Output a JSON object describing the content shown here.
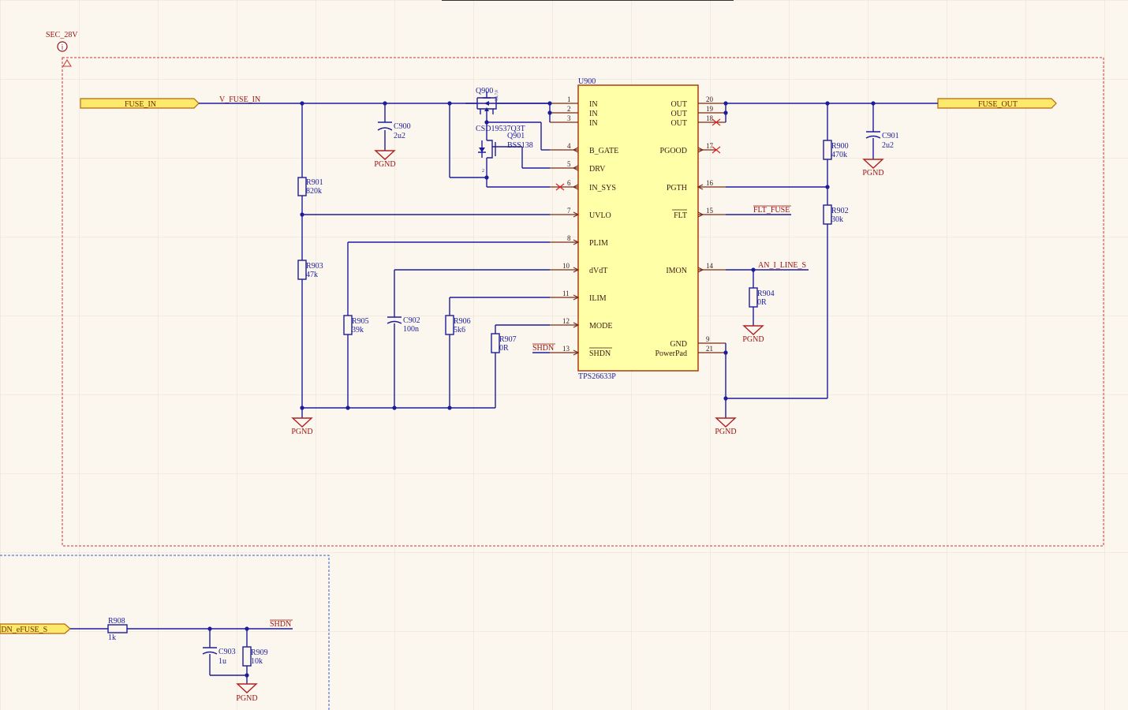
{
  "sheet": {
    "room_label": "SEC_28V",
    "bg": "#fbf7ee",
    "wire_color": "#1d1d9a",
    "net_label_color": "#9a1010"
  },
  "ports": {
    "fuse_in": "FUSE_IN",
    "fuse_out": "FUSE_OUT",
    "shdn_in": "IDN_eFUSE_S"
  },
  "net_labels": {
    "v_fuse_in": "V_FUSE_IN",
    "flt_fuse": "FLT_FUSE",
    "an_i_line": "AN_I_LINE_S",
    "shdn_a": "SHDN",
    "shdn_b": "SHDN"
  },
  "power": {
    "pgnd": "PGND"
  },
  "ic": {
    "designator": "U900",
    "part": "TPS26633P",
    "left_pins": [
      {
        "num": "1",
        "name": "IN"
      },
      {
        "num": "2",
        "name": "IN"
      },
      {
        "num": "3",
        "name": "IN"
      },
      {
        "num": "4",
        "name": "B_GATE"
      },
      {
        "num": "5",
        "name": "DRV"
      },
      {
        "num": "6",
        "name": "IN_SYS"
      },
      {
        "num": "7",
        "name": "UVLO"
      },
      {
        "num": "8",
        "name": "PLIM"
      },
      {
        "num": "10",
        "name": "dVdT"
      },
      {
        "num": "11",
        "name": "ILIM"
      },
      {
        "num": "12",
        "name": "MODE"
      },
      {
        "num": "13",
        "name": "SHDN"
      }
    ],
    "right_pins": [
      {
        "num": "20",
        "name": "OUT"
      },
      {
        "num": "19",
        "name": "OUT"
      },
      {
        "num": "18",
        "name": "OUT"
      },
      {
        "num": "17",
        "name": "PGOOD"
      },
      {
        "num": "16",
        "name": "PGTH"
      },
      {
        "num": "15",
        "name": "FLT"
      },
      {
        "num": "14",
        "name": "IMON"
      },
      {
        "num": "9",
        "name": "GND"
      },
      {
        "num": "21",
        "name": "PowerPad"
      }
    ]
  },
  "components": {
    "q900": {
      "ref": "Q900",
      "value": "CSD19537Q3T",
      "pins": "5,6,7,8"
    },
    "q901": {
      "ref": "Q901",
      "value": "BSS138",
      "pin": "2"
    },
    "c900": {
      "ref": "C900",
      "value": "2u2"
    },
    "c901": {
      "ref": "C901",
      "value": "2u2"
    },
    "c902": {
      "ref": "C902",
      "value": "100n"
    },
    "c903": {
      "ref": "C903",
      "value": "1u"
    },
    "r900": {
      "ref": "R900",
      "value": "470k"
    },
    "r901": {
      "ref": "R901",
      "value": "820k"
    },
    "r902": {
      "ref": "R902",
      "value": "30k"
    },
    "r903": {
      "ref": "R903",
      "value": "47k"
    },
    "r904": {
      "ref": "R904",
      "value": "0R"
    },
    "r905": {
      "ref": "R905",
      "value": "39k"
    },
    "r906": {
      "ref": "R906",
      "value": "5k6"
    },
    "r907": {
      "ref": "R907",
      "value": "0R"
    },
    "r908": {
      "ref": "R908",
      "value": "1k"
    },
    "r909": {
      "ref": "R909",
      "value": "10k"
    }
  }
}
